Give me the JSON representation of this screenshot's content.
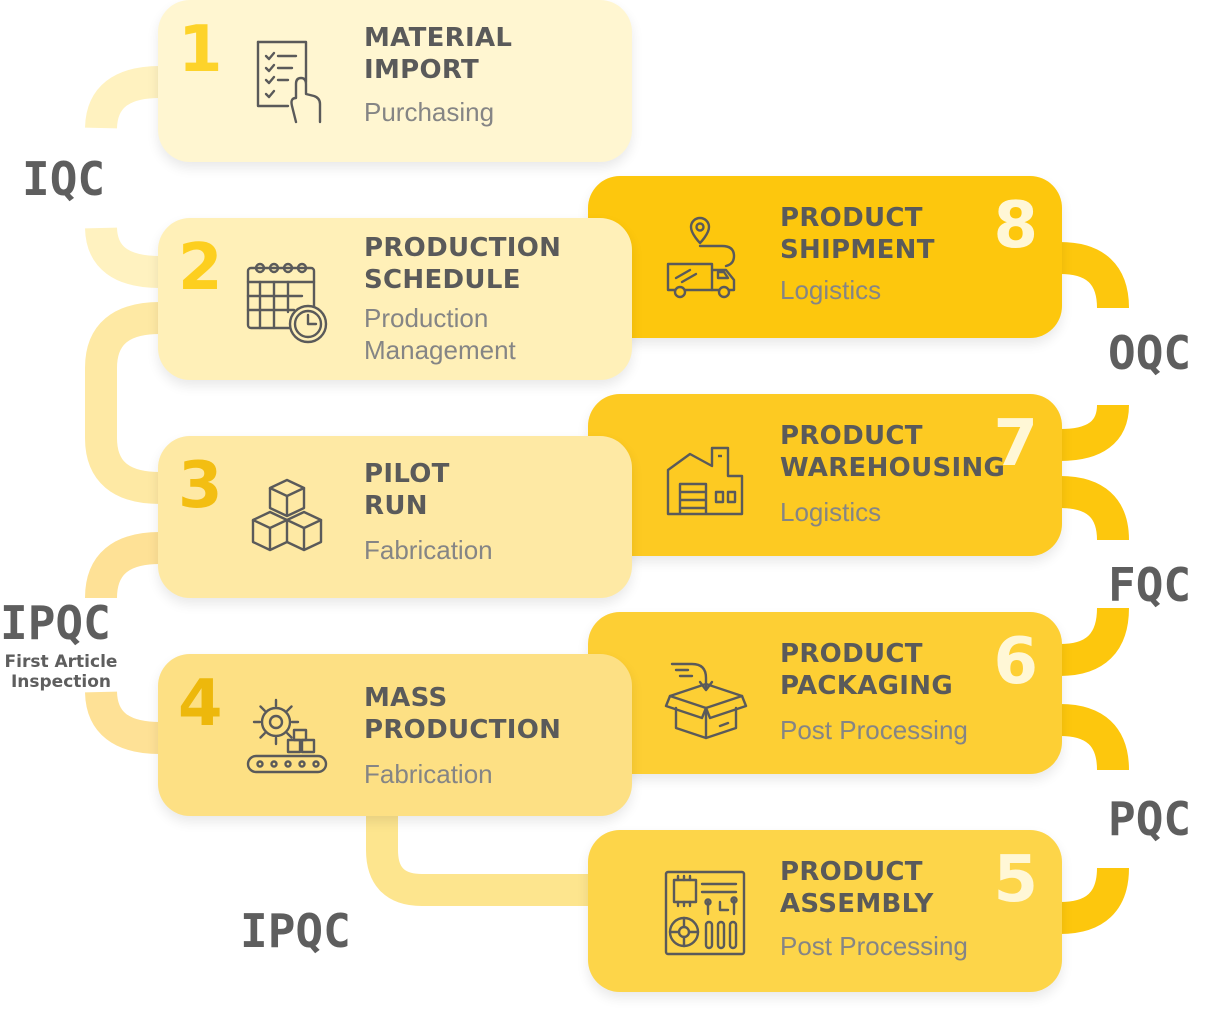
{
  "colors": {
    "c1": "#fff6d1",
    "c2": "#fff0b8",
    "c3": "#fee9a4",
    "c4": "#fde084",
    "c5": "#fdd549",
    "c6": "#fdcf34",
    "c7": "#fdca22",
    "c8": "#fdc70d",
    "text_dark": "#5a5a5a",
    "text_light": "#858585",
    "icon_stroke": "#5a5a5a"
  },
  "steps": [
    {
      "number": "1",
      "title_line1": "MATERIAL",
      "title_line2": "IMPORT",
      "sub_line1": "Purchasing",
      "sub_line2": "",
      "icon": "checklist-hand-icon"
    },
    {
      "number": "2",
      "title_line1": "PRODUCTION",
      "title_line2": "SCHEDULE",
      "sub_line1": "Production",
      "sub_line2": "Management",
      "icon": "calendar-clock-icon"
    },
    {
      "number": "3",
      "title_line1": "PILOT",
      "title_line2": "RUN",
      "sub_line1": "Fabrication",
      "sub_line2": "",
      "icon": "stacked-boxes-icon"
    },
    {
      "number": "4",
      "title_line1": "MASS",
      "title_line2": "PRODUCTION",
      "sub_line1": "Fabrication",
      "sub_line2": "",
      "icon": "gear-conveyor-icon"
    },
    {
      "number": "5",
      "title_line1": "PRODUCT",
      "title_line2": "ASSEMBLY",
      "sub_line1": "Post Processing",
      "sub_line2": "",
      "icon": "circuit-board-icon"
    },
    {
      "number": "6",
      "title_line1": "PRODUCT",
      "title_line2": "PACKAGING",
      "sub_line1": "Post Processing",
      "sub_line2": "",
      "icon": "open-box-icon"
    },
    {
      "number": "7",
      "title_line1": "PRODUCT",
      "title_line2": "WAREHOUSING",
      "sub_line1": "Logistics",
      "sub_line2": "",
      "icon": "warehouse-icon"
    },
    {
      "number": "8",
      "title_line1": "PRODUCT",
      "title_line2": "SHIPMENT",
      "sub_line1": "Logistics",
      "sub_line2": "",
      "icon": "delivery-truck-icon"
    }
  ],
  "qc_labels": {
    "iqc": "IQC",
    "ipqc_first": "IPQC",
    "first_article_line1": "First Article",
    "first_article_line2": "Inspection",
    "ipqc": "IPQC",
    "pqc": "PQC",
    "fqc": "FQC",
    "oqc": "OQC"
  }
}
